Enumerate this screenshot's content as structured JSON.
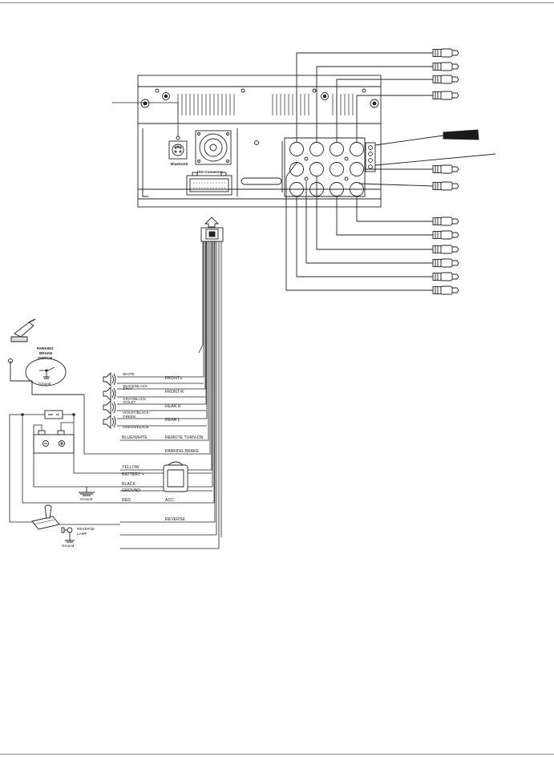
{
  "head_unit": {
    "bluetooth_label": "Bluetooth",
    "connector_label": "ISO Connector"
  },
  "wires": {
    "front_l": "FRONT L",
    "front_r": "FRONT R",
    "rear_r": "REAR R",
    "rear_l": "REAR L",
    "white": "WHITE",
    "white_black": "WHITE/BLACK",
    "gray": "GRAY",
    "gray_black": "GRAY/BLACK",
    "violet": "VIOLET",
    "violet_black": "VIOLET/BLACK",
    "green": "GREEN",
    "green_black": "GREEN/BLACK",
    "blue_white": "BLUE/WHITE",
    "remote_turn_on": "REMOTE TURN-ON",
    "parking_brake": "PARKING BRAKE",
    "yellow": "YELLOW",
    "battery_plus": "BATTERY +",
    "black": "BLACK",
    "ground_wire": "GROUND",
    "red": "RED",
    "acc": "ACC",
    "reverse": "REVERSE"
  },
  "parking_brake_switch": {
    "line1": "PARKING",
    "line2": "BRAKE",
    "line3": "SWITCH",
    "ground": "Ground"
  },
  "misc": {
    "ground_1": "Ground",
    "ground_2": "Ground",
    "reverse_lamp_1": "REVERSE",
    "reverse_lamp_2": "LAMP"
  }
}
